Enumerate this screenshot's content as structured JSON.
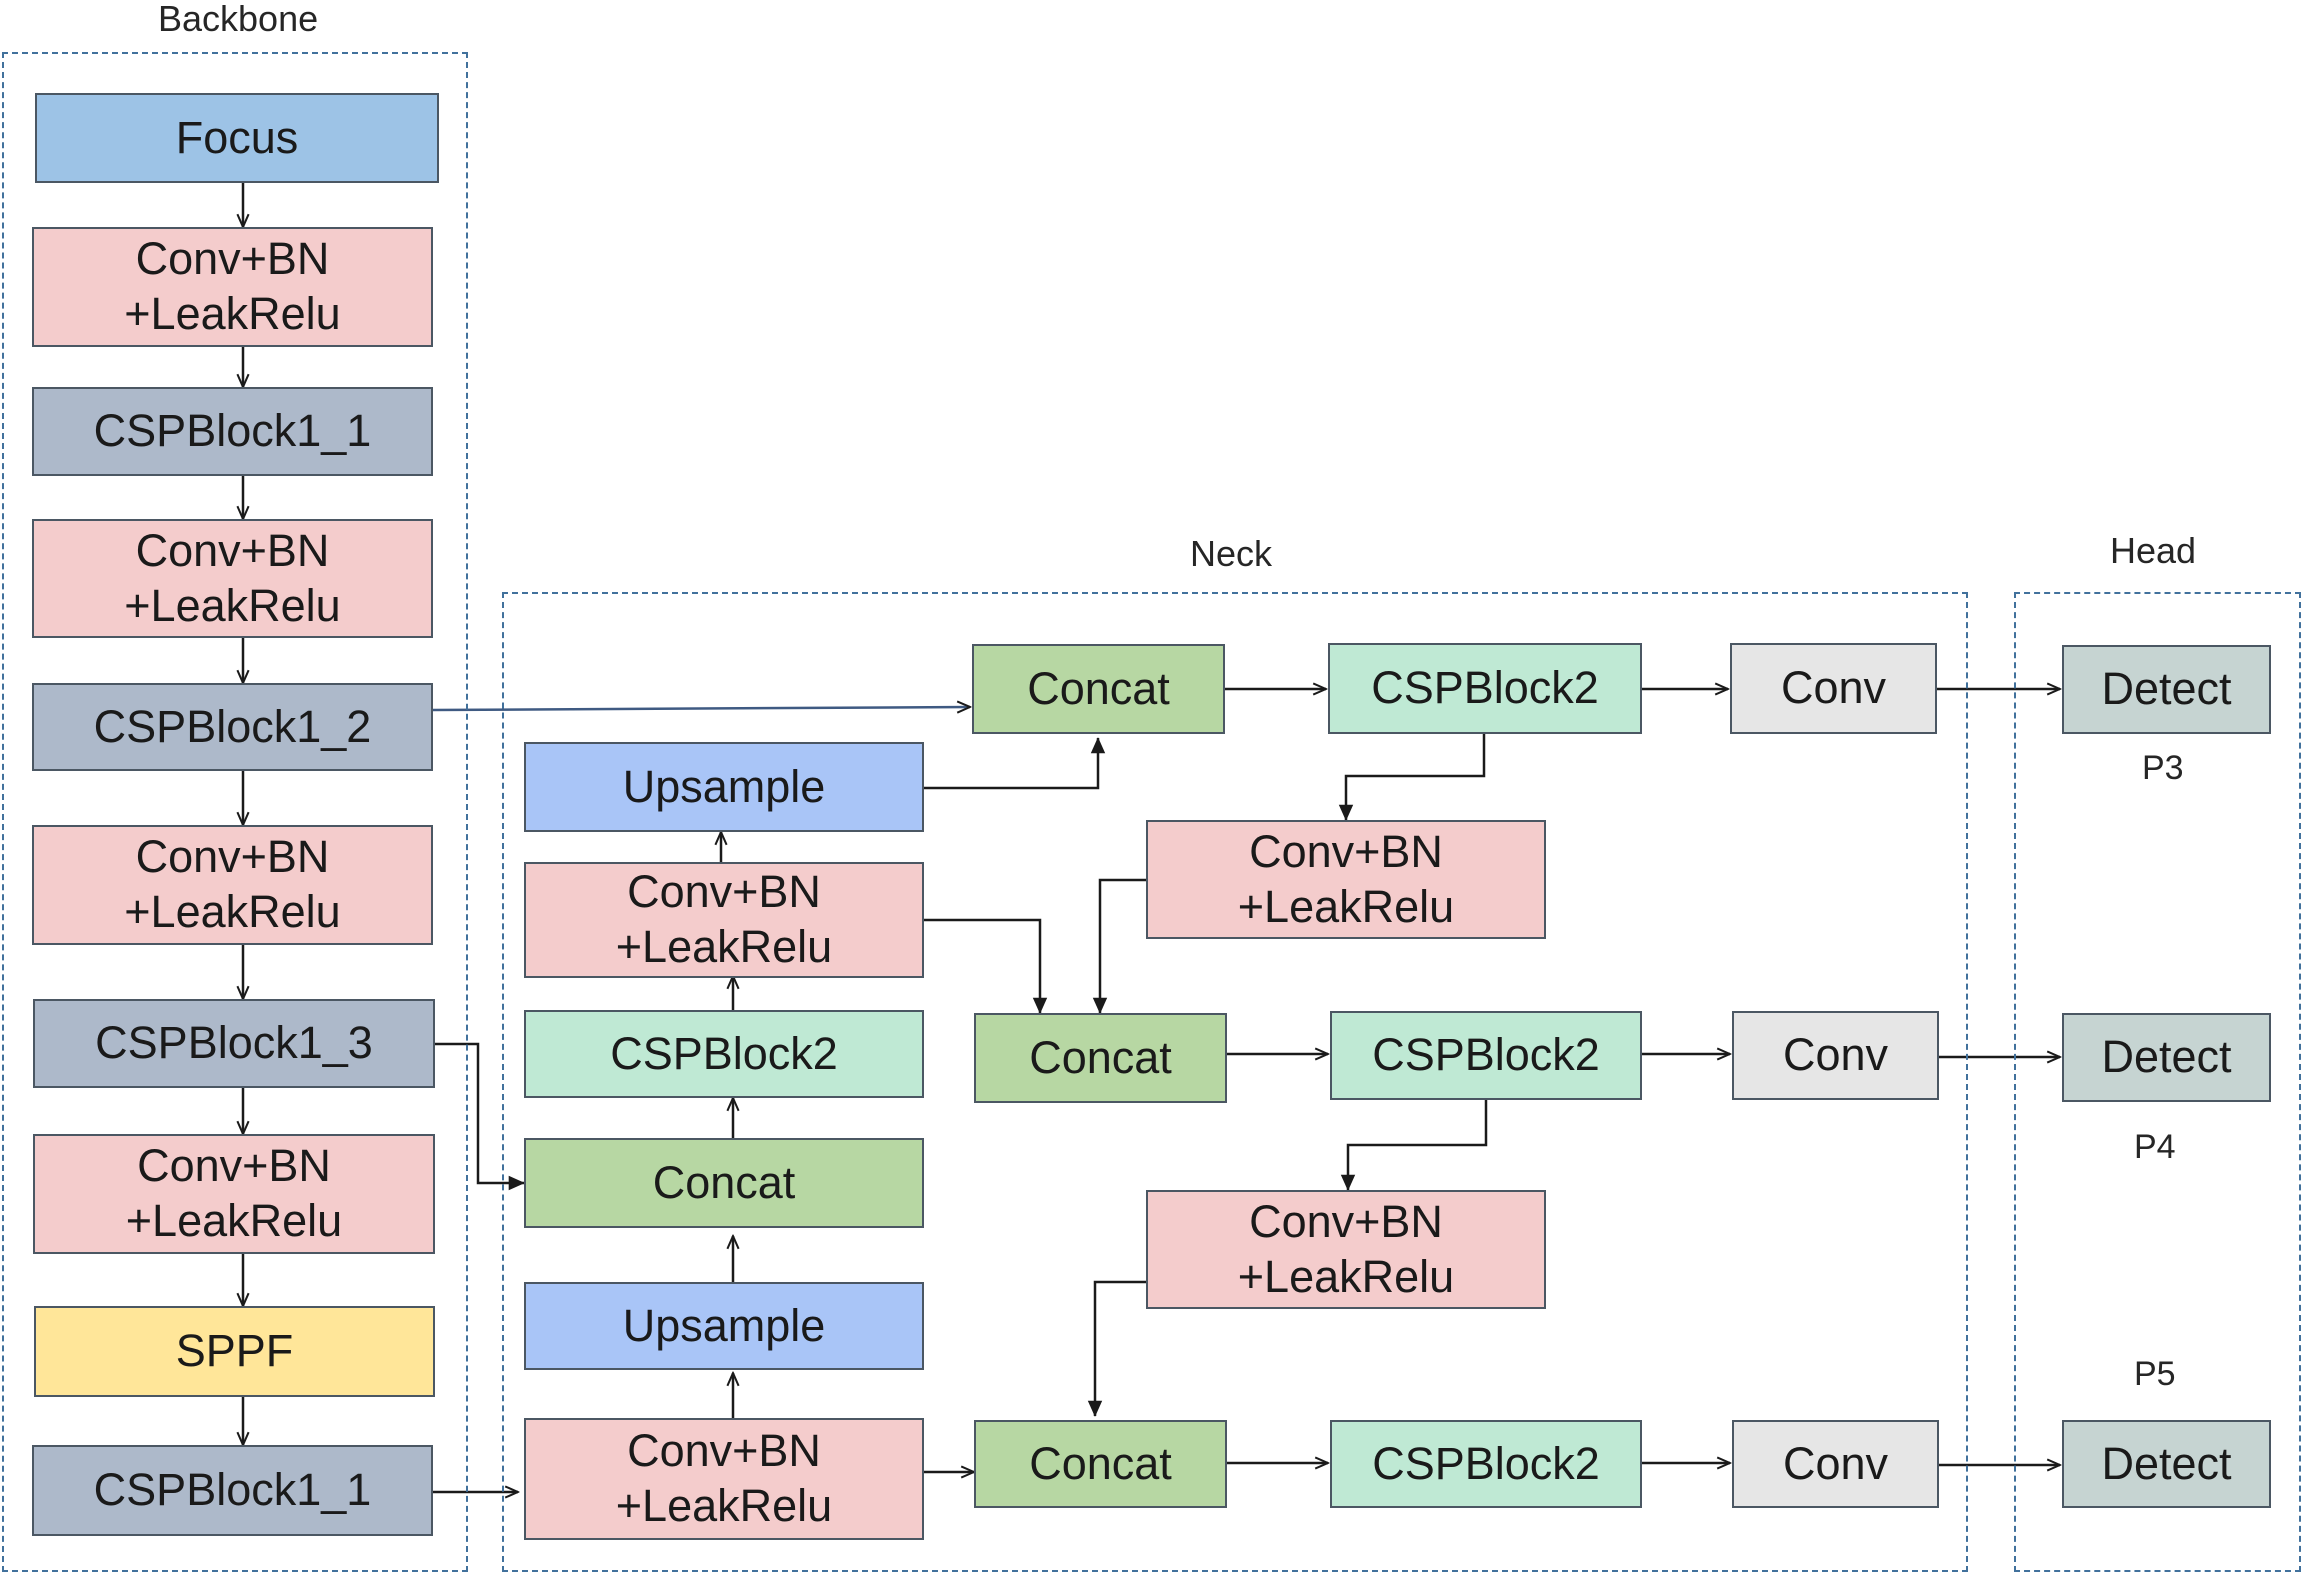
{
  "regions": {
    "backbone": "Backbone",
    "neck": "Neck",
    "head": "Head"
  },
  "backbone": {
    "focus": "Focus",
    "conv1": [
      "Conv+BN",
      "+LeakRelu"
    ],
    "csp1": "CSPBlock1_1",
    "conv2": [
      "Conv+BN",
      "+LeakRelu"
    ],
    "csp2": "CSPBlock1_2",
    "conv3": [
      "Conv+BN",
      "+LeakRelu"
    ],
    "csp3": "CSPBlock1_3",
    "conv4": [
      "Conv+BN",
      "+LeakRelu"
    ],
    "sppf": "SPPF",
    "csp4": "CSPBlock1_1"
  },
  "neck": {
    "upsample_top": "Upsample",
    "conv_a": [
      "Conv+BN",
      "+LeakRelu"
    ],
    "csp2_left": "CSPBlock2",
    "concat_left": "Concat",
    "upsample_bottom": "Upsample",
    "conv_b": [
      "Conv+BN",
      "+LeakRelu"
    ],
    "concat_p3": "Concat",
    "csp2_p3": "CSPBlock2",
    "conv_p3": "Conv",
    "conv_down1": [
      "Conv+BN",
      "+LeakRelu"
    ],
    "concat_p4": "Concat",
    "csp2_p4": "CSPBlock2",
    "conv_p4": "Conv",
    "conv_down2": [
      "Conv+BN",
      "+LeakRelu"
    ],
    "concat_p5": "Concat",
    "csp2_p5": "CSPBlock2",
    "conv_p5": "Conv"
  },
  "head": {
    "detect_p3": "Detect",
    "label_p3": "P3",
    "detect_p4": "Detect",
    "label_p4": "P4",
    "detect_p5": "Detect",
    "label_p5": "P5"
  }
}
